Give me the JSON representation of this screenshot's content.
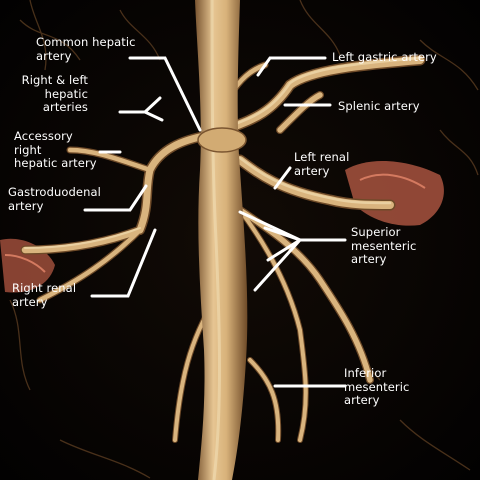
{
  "labels": {
    "common_hepatic": "Common hepatic\nartery",
    "right_left_hepatic": "Right & left\nhepatic\narteries",
    "accessory_right_hepatic": "Accessory\nright\nhepatic artery",
    "gastroduodenal": "Gastroduodenal\nartery",
    "right_renal": "Right renal\nartery",
    "left_gastric": "Left gastric artery",
    "splenic": "Splenic artery",
    "left_renal": "Left renal\nartery",
    "superior_mesenteric": "Superior\nmesenteric\nartery",
    "inferior_mesenteric": "Inferior\nmesenteric\nartery"
  },
  "colors": {
    "background": "#050302",
    "vessel": "#d9b47e",
    "vessel_shadow": "#8a6338",
    "vessel_highlight": "#f1dcb0",
    "kidney_tissue": "#b05a45",
    "leader_line": "#ffffff"
  }
}
